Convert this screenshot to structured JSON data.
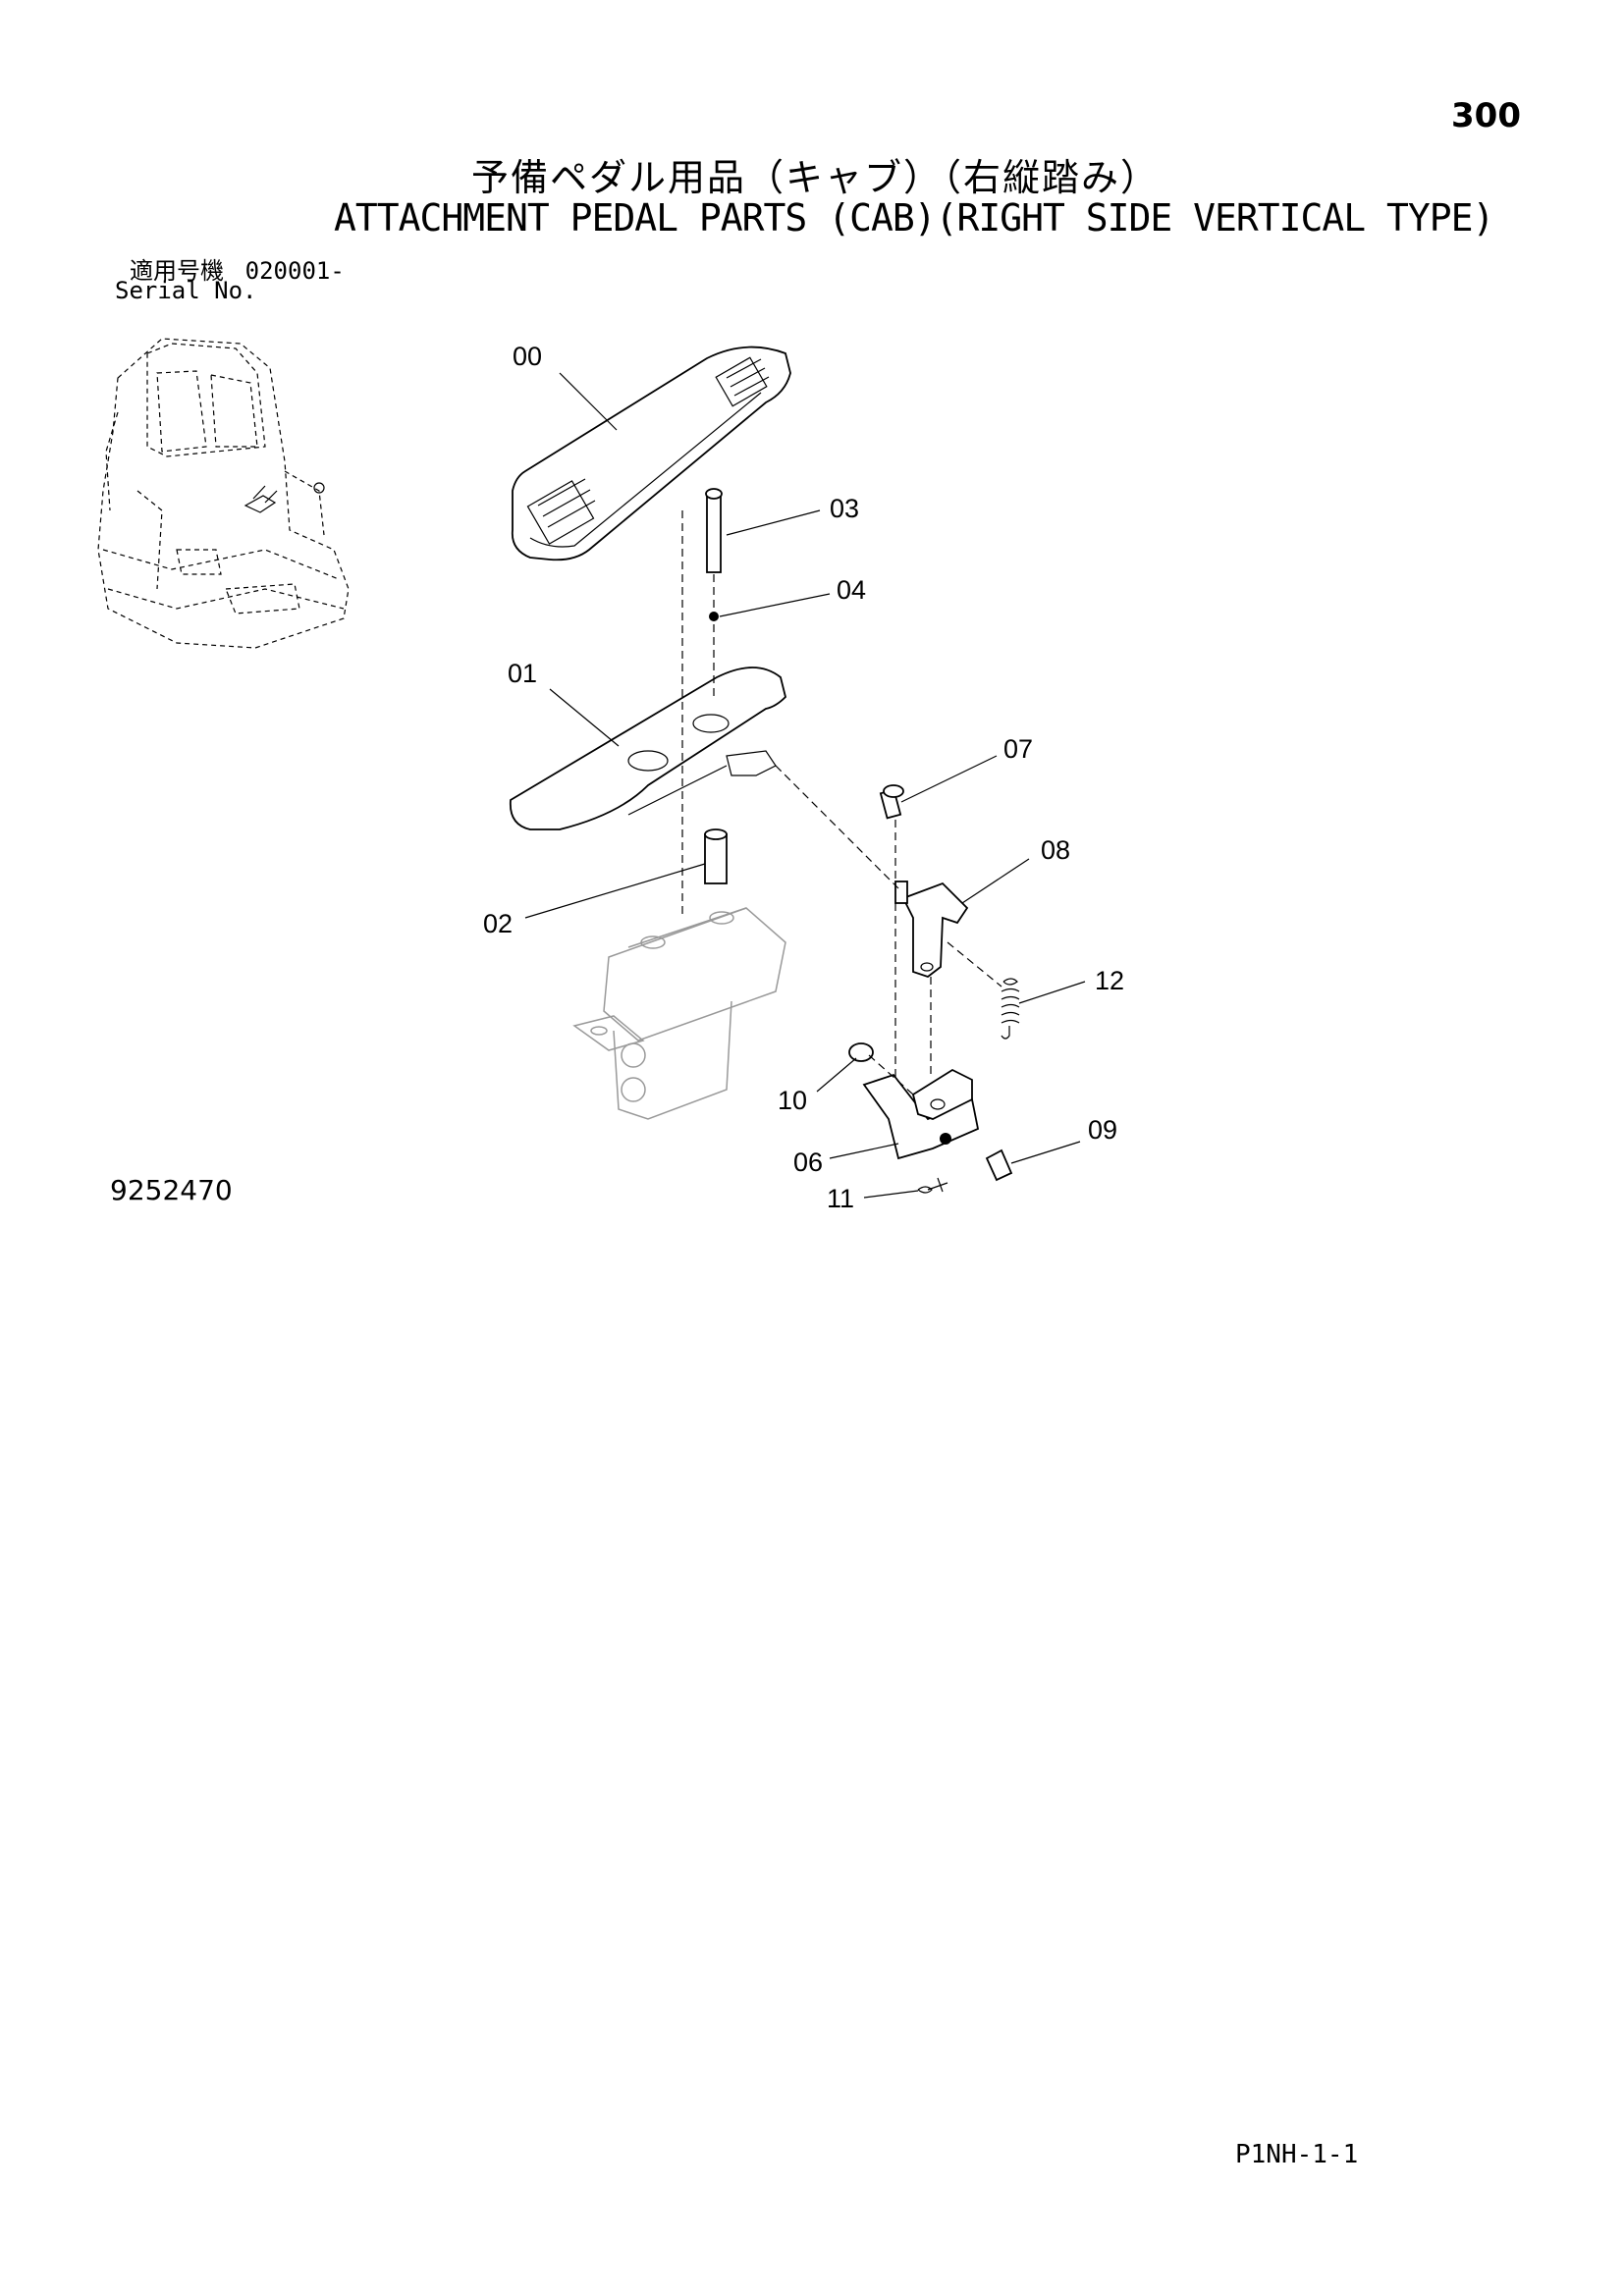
{
  "page_number": "300",
  "title_jp": "予備ペダル用品（キャブ）（右縦踏み）",
  "title_en": "ATTACHMENT PEDAL PARTS (CAB)(RIGHT SIDE VERTICAL TYPE)",
  "serial": {
    "label_jp": "適用号機",
    "value": "020001-",
    "label_en": "Serial No."
  },
  "drawing_number": "9252470",
  "page_code": "P1NH-1-1",
  "callouts": {
    "c00": "00",
    "c01": "01",
    "c02": "02",
    "c03": "03",
    "c04": "04",
    "c06": "06",
    "c07": "07",
    "c08": "08",
    "c09": "09",
    "c10": "10",
    "c11": "11",
    "c12": "12"
  },
  "icons": {
    "cab": "cab-locator-icon",
    "pedal": "pedal-icon"
  }
}
